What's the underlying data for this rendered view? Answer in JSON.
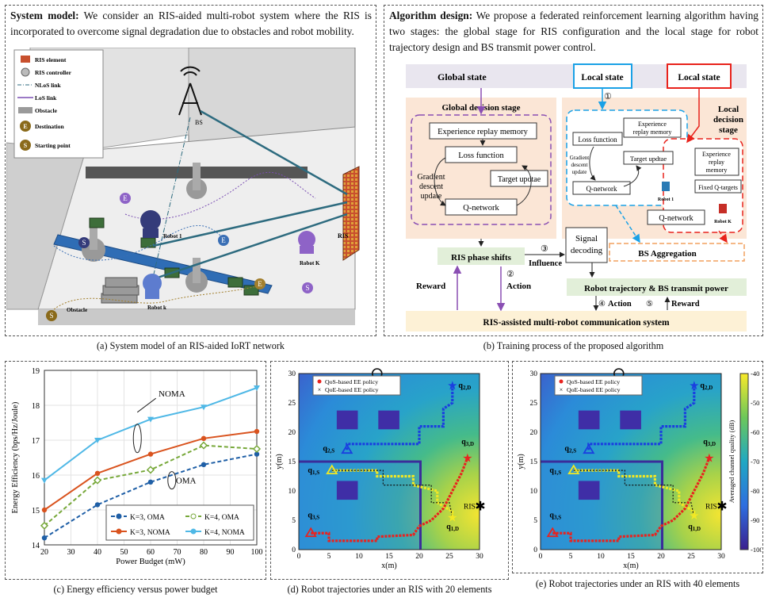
{
  "panel_a": {
    "heading": "System model:",
    "text": " We consider an RIS-aided multi-robot system where the RIS is incorporated to overcome signal degradation due to obstacles and robot mobility.",
    "legend": [
      {
        "label": "RIS element",
        "icon": "ris-element-icon"
      },
      {
        "label": "RIS controller",
        "icon": "ris-controller-icon"
      },
      {
        "label": "NLoS link",
        "icon": "nlos-link-icon"
      },
      {
        "label": "LoS link",
        "icon": "los-link-icon"
      },
      {
        "label": "Obstacle",
        "icon": "obstacle-icon"
      },
      {
        "label": "Destination",
        "icon": "destination-pin-icon"
      },
      {
        "label": "Starting point",
        "icon": "start-pin-icon"
      }
    ],
    "labels": {
      "bs": "BS",
      "ris": "RIS",
      "robot1": "Robot 1",
      "robotK": "Robot K",
      "robotk": "Robot k",
      "obstacle": "Obstacle",
      "pinE": "E",
      "pinS": "S"
    },
    "caption": "(a) System model of an RIS-aided IoRT network"
  },
  "panel_b": {
    "heading": "Algorithm design:",
    "text": " We propose a federated reinforcement learning algorithm having two stages: the global stage for RIS configuration and the local stage for robot trajectory design and BS transmit power control.",
    "global_state": "Global state",
    "local_state": "Local state",
    "global_stage": "Global decision stage",
    "local_stage_l1": "Local",
    "local_stage_l2": "decision",
    "local_stage_l3": "stage",
    "exp_replay": "Experience replay memory",
    "loss_function": "Loss function",
    "gradient_l1": "Gradient",
    "gradient_l2": "descent",
    "gradient_l3": "update",
    "target_update": "Target updtae",
    "q_network": "Q-network",
    "exp_replay_small_l1": "Experience",
    "exp_replay_small_l2": "replay memory",
    "exp_replay_k_l1": "Experience",
    "exp_replay_k_l2": "replay",
    "exp_replay_k_l3": "memory",
    "fixed_q": "Fixed Q-targets",
    "robot_1": "Robot 1",
    "robot_k": "Robot K",
    "ris_phase": "RIS phase shifts",
    "signal_l1": "Signal",
    "signal_l2": "decoding",
    "influence": "Influence",
    "bs_agg": "BS Aggregation",
    "reward": "Reward",
    "action": "Action",
    "robot_traj": "Robot trajectory  &  BS transmit power",
    "action4": "Action",
    "reward5": "Reward",
    "system": "RIS-assisted multi-robot communication system",
    "n1": "①",
    "n2": "②",
    "n3": "③",
    "n4": "④",
    "n5": "⑤",
    "caption": "(b) Training process of the proposed algorithm",
    "colors": {
      "global_bg": "#fbe6d6",
      "local_bg": "#fbe6d6",
      "state_bg": "#e9e6ef",
      "ris_bg": "#e2efd9",
      "system_bg": "#fdf1d6",
      "blue": "#1aa1e6",
      "red": "#e8221b",
      "purple": "#8a4fb3",
      "orange": "#f2a15e"
    }
  },
  "chart_c": {
    "chart_data": {
      "type": "line",
      "x": [
        20,
        40,
        60,
        80,
        100
      ],
      "xlabel": "Power Budget (mW)",
      "ylabel": "Energy Efficiency (bps/Hz/Joule)",
      "xlim": [
        20,
        100
      ],
      "ylim": [
        14,
        19
      ],
      "xticks": [
        20,
        30,
        40,
        50,
        60,
        70,
        80,
        90,
        100
      ],
      "yticks": [
        14,
        15,
        16,
        17,
        18,
        19
      ],
      "grid": true,
      "legend_position": "bottom-right",
      "series": [
        {
          "name": "K=3, OMA",
          "values": [
            14.2,
            15.15,
            15.8,
            16.3,
            16.6
          ],
          "color": "#1f5fa6",
          "dash": "5,3",
          "marker": "circle"
        },
        {
          "name": "K=4, OMA",
          "values": [
            14.55,
            15.85,
            16.15,
            16.85,
            16.75
          ],
          "color": "#77a83a",
          "dash": "5,3",
          "marker": "diamond"
        },
        {
          "name": "K=3, NOMA",
          "values": [
            15.0,
            16.05,
            16.6,
            17.05,
            17.25
          ],
          "color": "#d9531e",
          "dash": "",
          "marker": "circle"
        },
        {
          "name": "K=4, NOMA",
          "values": [
            15.85,
            17.0,
            17.6,
            17.95,
            18.5
          ],
          "color": "#4fb8e6",
          "dash": "",
          "marker": "triangle"
        }
      ],
      "annotations": [
        "NOMA",
        "OMA"
      ]
    },
    "caption": "(c) Energy efficiency versus power budget"
  },
  "chart_d": {
    "chart_data": {
      "type": "heatmap",
      "xlabel": "x(m)",
      "ylabel": "y(m)",
      "xlim": [
        0,
        30
      ],
      "ylim": [
        0,
        30
      ],
      "xticks": [
        0,
        5,
        10,
        15,
        20,
        25,
        30
      ],
      "yticks": [
        0,
        5,
        10,
        15,
        20,
        25,
        30
      ],
      "legend": [
        "QoS-based EE policy",
        "QoE-based EE policy"
      ],
      "labels": {
        "bs": "BS",
        "ris": "RIS",
        "q2d": "q",
        "q2d_sub": "2,D",
        "q2s": "q",
        "q2s_sub": "2,S",
        "q1s": "q",
        "q1s_sub": "1,S",
        "q3d": "q",
        "q3d_sub": "3,D",
        "q1d": "q",
        "q1d_sub": "1,D",
        "q3s": "q",
        "q3s_sub": "3,S"
      },
      "start_points": {
        "q1s": [
          5.5,
          13.5
        ],
        "q2s": [
          8.0,
          17.0
        ],
        "q3s": [
          2.0,
          2.8
        ]
      },
      "end_points": {
        "q1d": [
          25.5,
          5.5
        ],
        "q2d": [
          25.5,
          28.0
        ],
        "q3d": [
          28.0,
          15.6
        ]
      },
      "bs": [
        13.0,
        30.0
      ],
      "ris": [
        30.0,
        7.5
      ]
    },
    "caption": "(d) Robot trajectories under an RIS with 20 elements"
  },
  "chart_e": {
    "chart_data": {
      "type": "heatmap",
      "xlabel": "x(m)",
      "ylabel": "y(m)",
      "xlim": [
        0,
        30
      ],
      "ylim": [
        0,
        30
      ],
      "xticks": [
        0,
        5,
        10,
        15,
        20,
        25,
        30
      ],
      "yticks": [
        0,
        5,
        10,
        15,
        20,
        25,
        30
      ],
      "legend": [
        "QoS-based EE policy",
        "QoE-based EE policy"
      ],
      "colorbar_label": "Averaged channel quality (dB)",
      "colorbar_ticks": [
        -40,
        -50,
        -60,
        -70,
        -80,
        -90,
        -100
      ],
      "labels": {
        "bs": "BS",
        "ris": "RIS",
        "q2d": "q",
        "q2d_sub": "2,D",
        "q2s": "q",
        "q2s_sub": "2,S",
        "q1s": "q",
        "q1s_sub": "1,S",
        "q3d": "q",
        "q3d_sub": "3,D",
        "q1d": "q",
        "q1d_sub": "1,D",
        "q3s": "q",
        "q3s_sub": "3,S"
      },
      "start_points": {
        "q1s": [
          5.5,
          13.5
        ],
        "q2s": [
          8.0,
          17.0
        ],
        "q3s": [
          2.0,
          2.8
        ]
      },
      "end_points": {
        "q1d": [
          25.5,
          5.8
        ],
        "q2d": [
          25.5,
          28.0
        ],
        "q3d": [
          28.0,
          15.6
        ]
      },
      "bs": [
        13.0,
        30.0
      ],
      "ris": [
        30.0,
        7.5
      ]
    },
    "caption": "(e) Robot trajectories under an RIS with 40 elements"
  }
}
